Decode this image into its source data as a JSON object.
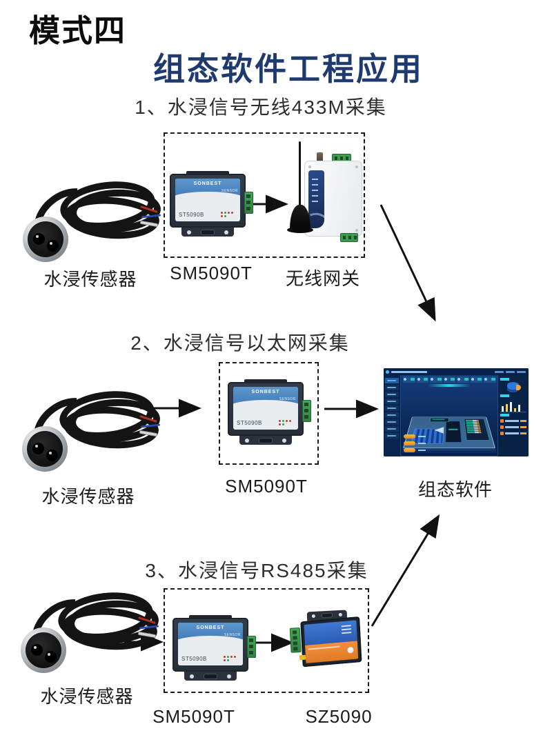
{
  "header": {
    "mode": "模式四",
    "title": "组态软件工程应用"
  },
  "sections": [
    {
      "heading": "1、水浸信号无线433M采集",
      "sensor_label": "水浸传感器",
      "device_labels": [
        "SM5090T",
        "无线网关"
      ]
    },
    {
      "heading": "2、水浸信号以太网采集",
      "sensor_label": "水浸传感器",
      "device_labels": [
        "SM5090T"
      ]
    },
    {
      "heading": "3、水浸信号RS485采集",
      "sensor_label": "水浸传感器",
      "device_labels": [
        "SM5090T",
        "SZ5090"
      ]
    }
  ],
  "software_label": "组态软件",
  "device_text": {
    "brand": "SONBEST",
    "badge": "SENSOR",
    "model": "ST5090B"
  },
  "colors": {
    "title_navy": "#1e3a6e",
    "heading_gray": "#2d2d2d",
    "arrow_black": "#111111",
    "terminal_green": "#3d9a50",
    "sz_blue": "#3a71cc",
    "sz_orange": "#ef8434",
    "gateway_panel_navy": "#1f3c7a",
    "dashboard_bg": "#0d2c5e",
    "dashboard_accent_cyan": "#2fd4e8",
    "dashboard_accent_orange": "#f0a030"
  }
}
